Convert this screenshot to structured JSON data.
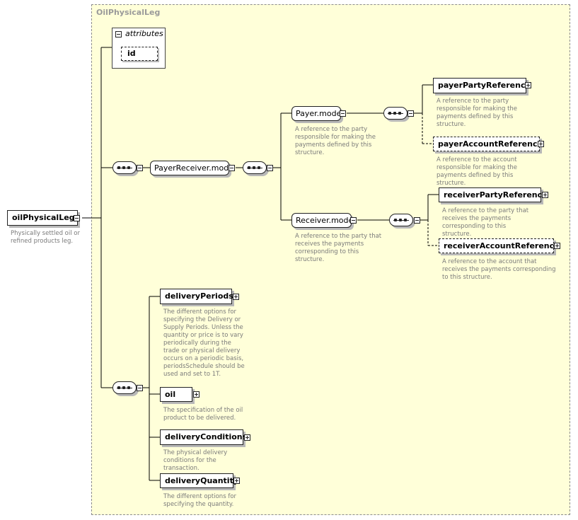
{
  "diagram": {
    "group_title": "OilPhysicalLeg",
    "root": {
      "label": "oilPhysicalLeg",
      "doc": "Physically settled oil or refined products leg."
    },
    "attributes": {
      "header": "attributes",
      "items": [
        "id"
      ]
    },
    "payer_receiver_model": {
      "label": "PayerReceiver.model"
    },
    "payer_model": {
      "label": "Payer.model",
      "doc": "A reference to the party responsible for making the payments defined by this structure."
    },
    "receiver_model": {
      "label": "Receiver.model",
      "doc": "A reference to the party that receives the payments corresponding to this structure."
    },
    "payer_party_reference": {
      "label": "payerPartyReference",
      "doc": "A reference to the party responsible for making the payments defined by this structure."
    },
    "payer_account_reference": {
      "label": "payerAccountReference",
      "doc": "A reference to the account responsible for making the payments defined by this structure."
    },
    "receiver_party_reference": {
      "label": "receiverPartyReference",
      "doc": "A reference to the party that receives the payments corresponding to this structure."
    },
    "receiver_account_reference": {
      "label": "receiverAccountReference",
      "doc": "A reference to the account that receives the payments corresponding to this structure."
    },
    "delivery_periods": {
      "label": "deliveryPeriods",
      "doc": "The different options for specifying the Delivery or Supply Periods. Unless the quantity or price is to vary periodically during the trade or physical delivery occurs on a periodic basis, periodsSchedule should be used and set to 1T."
    },
    "oil": {
      "label": "oil",
      "doc": "The specification of the oil product to be delivered."
    },
    "delivery_conditions": {
      "label": "deliveryConditions",
      "doc": "The physical delivery conditions for the transaction."
    },
    "delivery_quantity": {
      "label": "deliveryQuantity",
      "doc": "The different options for specifying the quantity."
    }
  },
  "colors": {
    "region_fill": "#ffffd9",
    "doc_text": "#7a7a7a",
    "line": "#000000"
  }
}
